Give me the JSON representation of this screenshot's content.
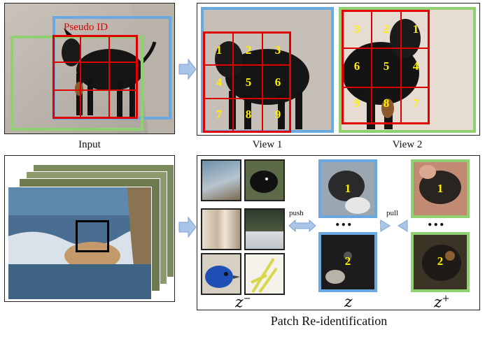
{
  "top_left": {
    "overlay_label": "Pseudo ID",
    "caption": "Input"
  },
  "view1": {
    "caption": "View 1",
    "numbers": [
      "1",
      "2",
      "3",
      "4",
      "5",
      "6",
      "7",
      "8",
      "9"
    ]
  },
  "view2": {
    "caption": "View 2",
    "numbers": [
      "3",
      "2",
      "1",
      "6",
      "5",
      "4",
      "9",
      "8",
      "7"
    ]
  },
  "bottom_right": {
    "push_label": "push",
    "pull_label": "pull",
    "z_minus": "z",
    "z_minus_sup": "−",
    "z": "z",
    "z_plus": "z",
    "z_plus_sup": "+",
    "anchor_1": "1",
    "anchor_2": "2",
    "pos_1": "1",
    "pos_2": "2",
    "dots": "..."
  },
  "footer_caption": "Patch Re-identification",
  "colors": {
    "red": "#e10000",
    "blue": "#6aa8e0",
    "green": "#8fd070",
    "yellow": "#ffef00"
  }
}
